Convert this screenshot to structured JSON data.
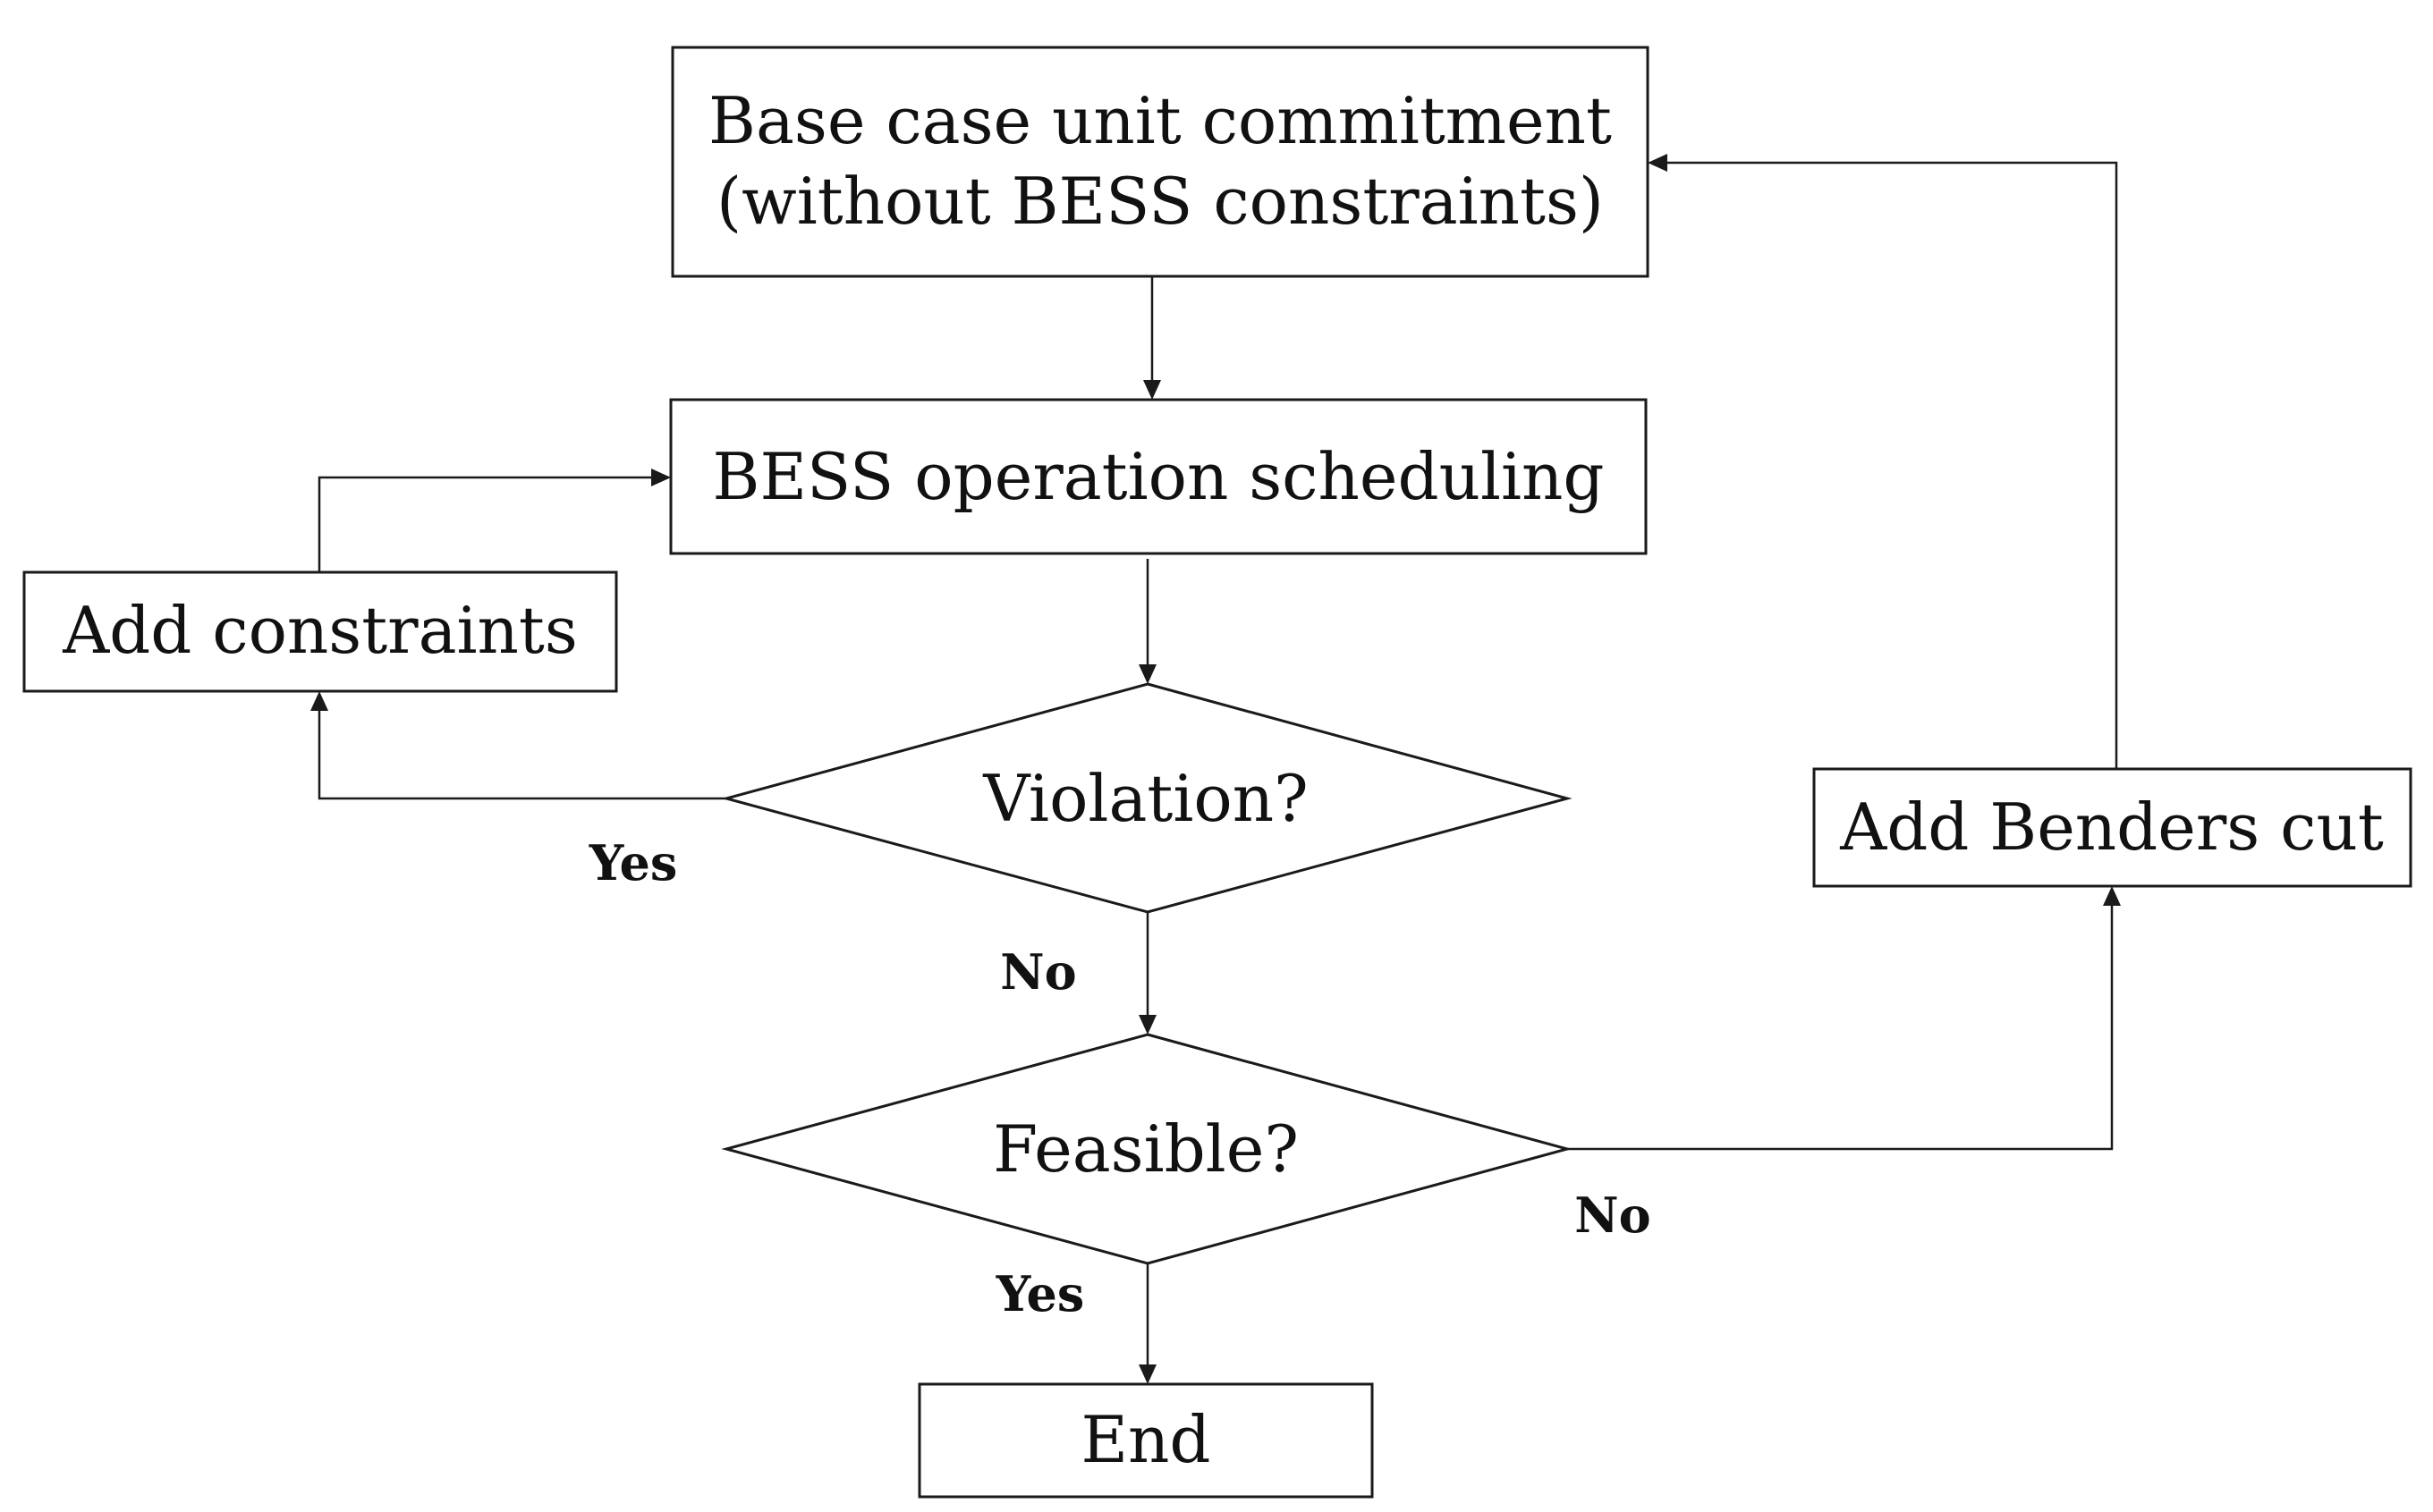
{
  "nodes": {
    "base_case": {
      "line1": "Base case unit commitment",
      "line2": "(without BESS constraints)"
    },
    "bess_scheduling": {
      "label": "BESS operation scheduling"
    },
    "add_constraints": {
      "label": "Add constraints"
    },
    "violation": {
      "label": "Violation?"
    },
    "feasible": {
      "label": "Feasible?"
    },
    "add_benders_cut": {
      "label": "Add Benders cut"
    },
    "end": {
      "label": "End"
    }
  },
  "edge_labels": {
    "violation_yes": "Yes",
    "violation_no": "No",
    "feasible_yes": "Yes",
    "feasible_no": "No"
  }
}
